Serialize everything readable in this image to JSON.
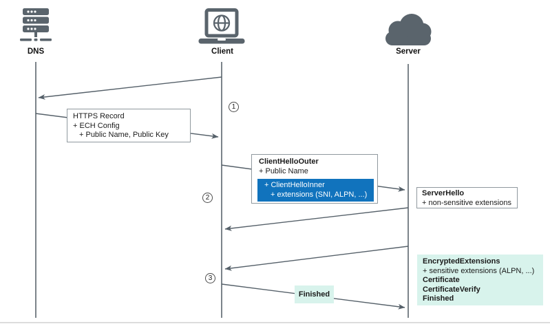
{
  "actors": [
    {
      "id": "dns",
      "label": "DNS",
      "icon": "dns-server-icon"
    },
    {
      "id": "client",
      "label": "Client",
      "icon": "laptop-globe-icon"
    },
    {
      "id": "server",
      "label": "Server",
      "icon": "cloud-icon"
    }
  ],
  "steps": [
    {
      "label": "1"
    },
    {
      "label": "2"
    },
    {
      "label": "3"
    }
  ],
  "boxes": {
    "https_record": {
      "line1": "HTTPS Record",
      "line2": "+ ECH Config",
      "line3": "+ Public Name, Public Key"
    },
    "client_hello_outer": {
      "title": "ClientHelloOuter",
      "line2": "+ Public Name",
      "inner": {
        "line1": "+ ClientHelloInner",
        "line2": "+ extensions (SNI, ALPN, ...)"
      }
    },
    "server_hello": {
      "title": "ServerHello",
      "line2": "+ non-sensitive extensions"
    },
    "encrypted_extensions": {
      "line1": "EncryptedExtensions",
      "line2": "+ sensitive extensions (ALPN, ...)",
      "line3": "Certificate",
      "line4": "CertificateVerify",
      "line5": "Finished"
    },
    "finished_label": "Finished"
  },
  "colors": {
    "icon_gray": "#5a646c",
    "line_gray": "#556069",
    "box_border_gray": "#8f989e",
    "accent_blue": "#1173bd",
    "highlight_teal": "#d8f3ec"
  }
}
